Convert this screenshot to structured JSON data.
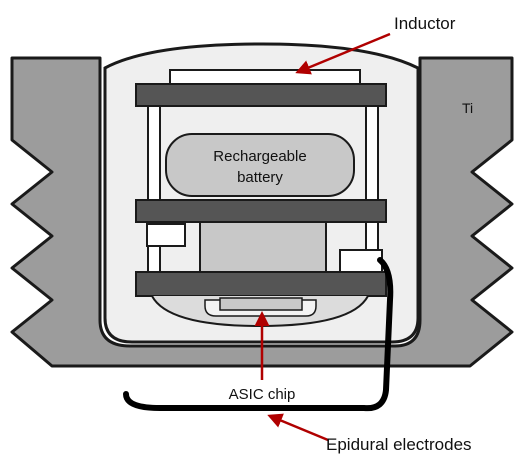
{
  "labels": {
    "inductor": "Inductor",
    "titanium": "Ti",
    "battery_line1": "Rechargeable",
    "battery_line2": "battery",
    "asic": "ASIC chip",
    "electrodes": "Epidural electrodes"
  },
  "colors": {
    "housing": "#9c9c9c",
    "interior": "#efefef",
    "plate": "#555555",
    "component": "#c8c8c8",
    "arrow": "#b00000",
    "outline": "#1a1a1a"
  }
}
